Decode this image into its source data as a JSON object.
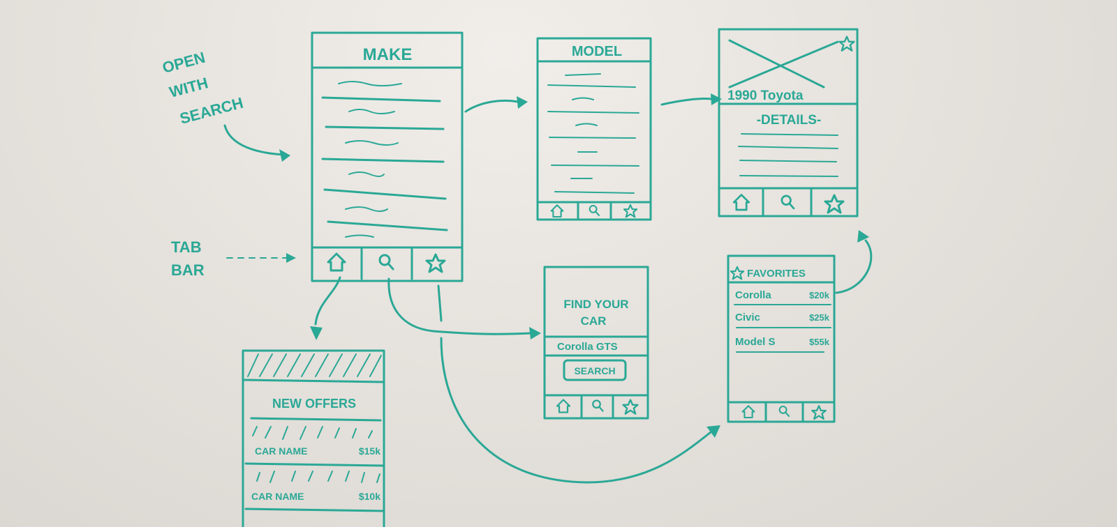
{
  "annotations": {
    "open_with_search": [
      "OPEN",
      "WITH",
      "SEARCH"
    ],
    "tab_bar": [
      "TAB",
      "BAR"
    ]
  },
  "screens": {
    "make": {
      "title": "MAKE",
      "tabs": [
        "home-icon",
        "search-icon",
        "star-icon"
      ]
    },
    "model": {
      "title": "MODEL",
      "tabs": [
        "home-icon",
        "search-icon",
        "star-icon"
      ]
    },
    "details": {
      "car_title": "1990 Toyota",
      "section": "-DETAILS-",
      "tabs": [
        "home-icon",
        "search-icon",
        "star-icon"
      ]
    },
    "search": {
      "heading_line1": "FIND YOUR",
      "heading_line2": "CAR",
      "input_value": "Corolla GTS",
      "button_label": "SEARCH",
      "tabs": [
        "home-icon",
        "search-icon",
        "star-icon"
      ]
    },
    "favorites": {
      "title": "FAVORITES",
      "items": [
        {
          "name": "Corolla",
          "price": "$20k"
        },
        {
          "name": "Civic",
          "price": "$25k"
        },
        {
          "name": "Model S",
          "price": "$55k"
        }
      ],
      "tabs": [
        "home-icon",
        "search-icon",
        "star-icon"
      ]
    },
    "new_offers": {
      "title": "NEW OFFERS",
      "items": [
        {
          "name": "CAR NAME",
          "price": "$15k"
        },
        {
          "name": "CAR NAME",
          "price": "$10k"
        }
      ]
    }
  },
  "colors": {
    "ink": "#2aa896",
    "board": "#e6e2dd"
  }
}
